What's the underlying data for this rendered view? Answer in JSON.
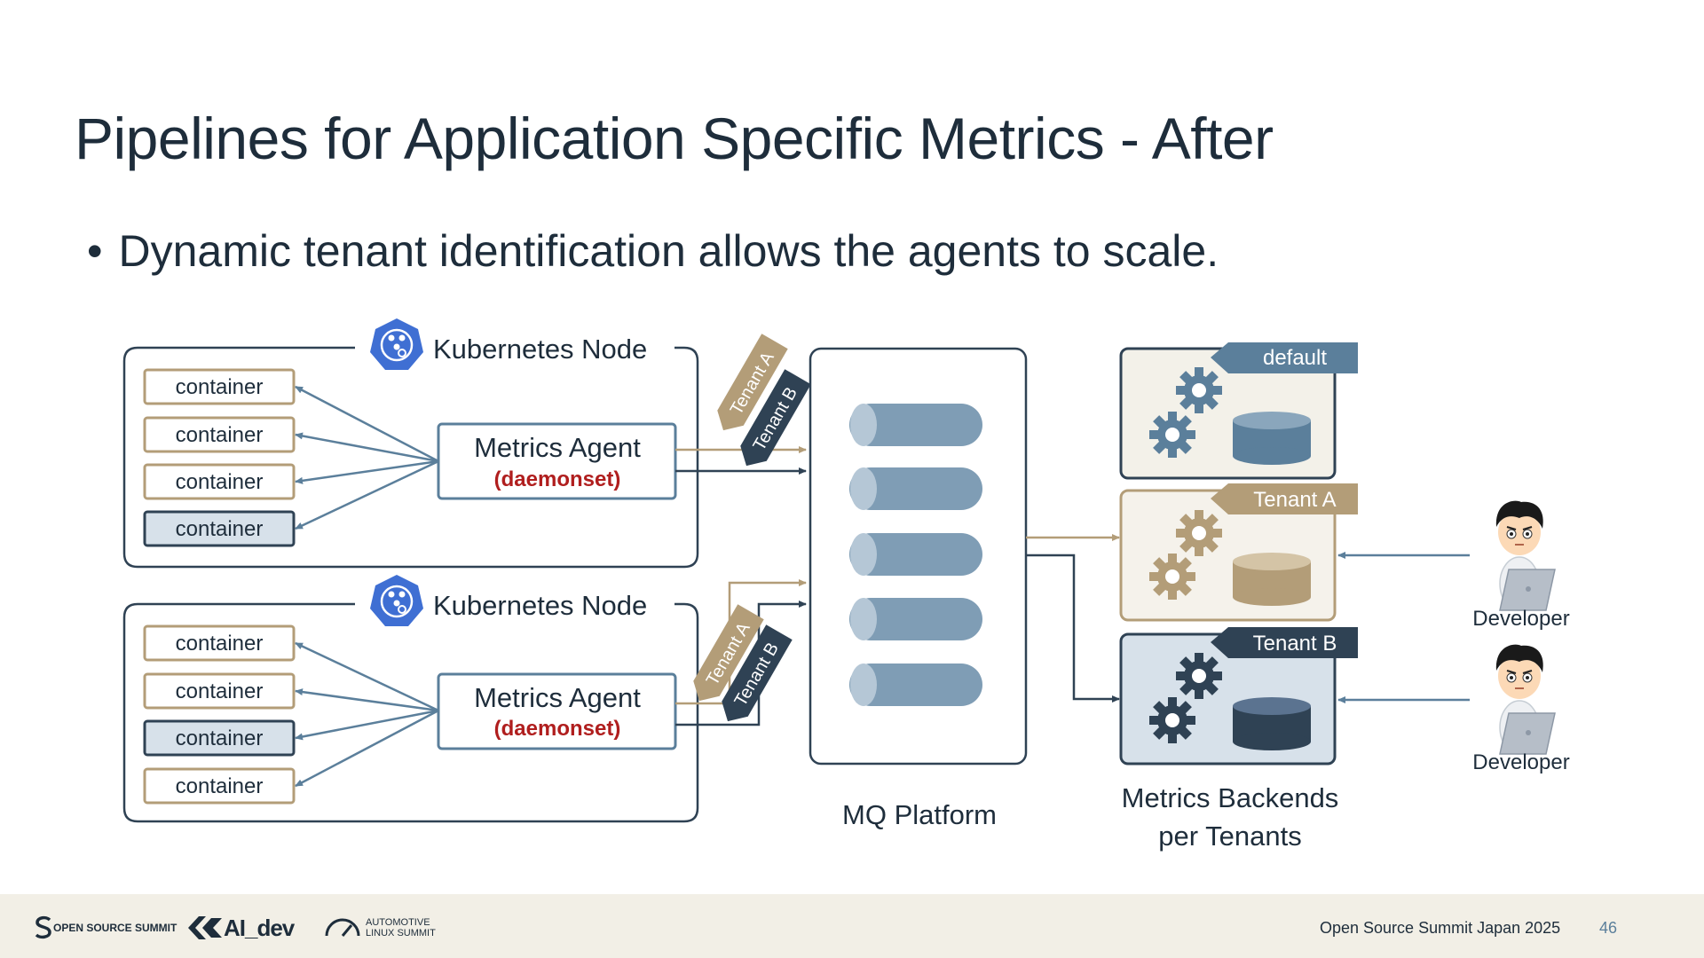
{
  "slide": {
    "title": "Pipelines for Application Specific Metrics - After",
    "bullet": "Dynamic tenant identification allows the agents to scale."
  },
  "diagram": {
    "nodes": [
      {
        "label": "Kubernetes Node",
        "containers": [
          "container",
          "container",
          "container",
          "container"
        ],
        "agent_title": "Metrics Agent",
        "agent_subtitle": "(daemonset)",
        "tags": [
          "Tenant A",
          "Tenant B"
        ]
      },
      {
        "label": "Kubernetes Node",
        "containers": [
          "container",
          "container",
          "container",
          "container"
        ],
        "agent_title": "Metrics Agent",
        "agent_subtitle": "(daemonset)",
        "tags": [
          "Tenant A",
          "Tenant B"
        ]
      }
    ],
    "mq_label": "MQ Platform",
    "backends": [
      {
        "label": "default"
      },
      {
        "label": "Tenant A"
      },
      {
        "label": "Tenant B"
      }
    ],
    "backends_caption_line1": "Metrics Backends",
    "backends_caption_line2": "per Tenants",
    "developers": [
      "Developer",
      "Developer"
    ],
    "colors": {
      "dark": "#2f4254",
      "blue": "#5b7f9b",
      "tan": "#b39d78",
      "red": "#b01e1e",
      "cylinder": "#7f9db5"
    }
  },
  "footer": {
    "event": "Open Source Summit Japan 2025",
    "page": "46",
    "logo_oss": "OPEN SOURCE SUMMIT",
    "logo_ai": "AI_dev",
    "logo_als_1": "AUTOMOTIVE",
    "logo_als_2": "LINUX SUMMIT"
  }
}
